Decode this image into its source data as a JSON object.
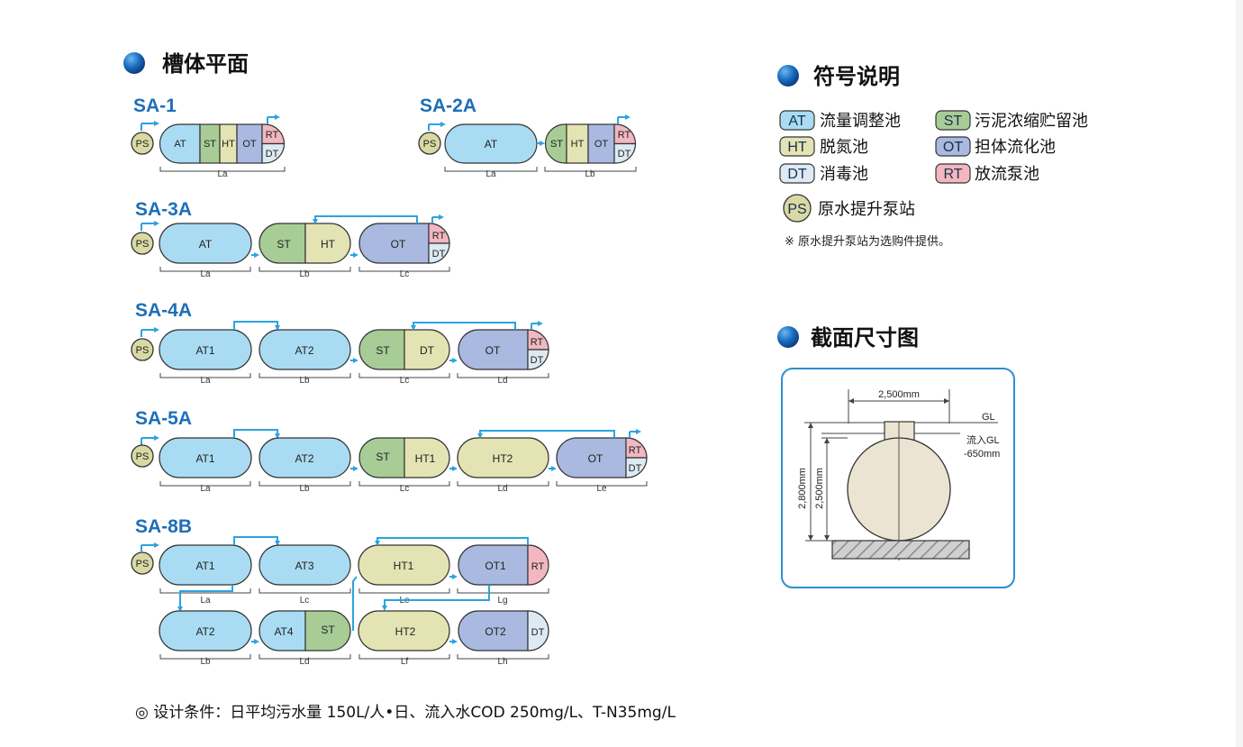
{
  "section_titles": {
    "plan": "槽体平面",
    "symbols": "符号说明",
    "section": "截面尺寸图"
  },
  "colors": {
    "AT": "#a9dcf3",
    "ST": "#a8cc96",
    "HT": "#e3e3b4",
    "OT": "#a9b9e0",
    "DT": "#ddeaf3",
    "RT": "#f2b7c0",
    "PS": "#d9d9a4",
    "accent": "#1d6fb8",
    "arrow": "#2ba3e0"
  },
  "models": {
    "sa1": {
      "name": "SA-1",
      "ps": "PS",
      "tanks": [
        "AT",
        "ST",
        "HT",
        "OT"
      ],
      "end": [
        "RT",
        "DT"
      ],
      "dims": [
        "La"
      ]
    },
    "sa2a": {
      "name": "SA-2A",
      "ps": "PS",
      "tanks": [
        "AT",
        "ST",
        "HT",
        "OT"
      ],
      "end": [
        "RT",
        "DT"
      ],
      "dims": [
        "La",
        "Lb"
      ]
    },
    "sa3a": {
      "name": "SA-3A",
      "ps": "PS",
      "tanks": [
        "AT",
        "ST",
        "HT",
        "OT"
      ],
      "end": [
        "RT",
        "DT"
      ],
      "dims": [
        "La",
        "Lb",
        "Lc"
      ]
    },
    "sa4a": {
      "name": "SA-4A",
      "ps": "PS",
      "tanks": [
        "AT1",
        "AT2",
        "ST",
        "DT",
        "OT"
      ],
      "end": [
        "RT",
        "DT"
      ],
      "dims": [
        "La",
        "Lb",
        "Lc",
        "Ld"
      ]
    },
    "sa5a": {
      "name": "SA-5A",
      "ps": "PS",
      "tanks": [
        "AT1",
        "AT2",
        "ST",
        "HT1",
        "HT2",
        "OT"
      ],
      "end": [
        "RT",
        "DT"
      ],
      "dims": [
        "La",
        "Lb",
        "Lc",
        "Ld",
        "Le"
      ]
    },
    "sa8b": {
      "name": "SA-8B",
      "ps": "PS",
      "row1": [
        "AT1",
        "AT3",
        "HT1",
        "OT1",
        "RT"
      ],
      "row2": [
        "AT2",
        "AT4",
        "ST",
        "HT2",
        "OT2",
        "DT"
      ],
      "dims1": [
        "La",
        "Lc",
        "Le",
        "Lg"
      ],
      "dims2": [
        "Lb",
        "Ld",
        "Lf",
        "Lh"
      ]
    }
  },
  "legend": [
    {
      "code": "AT",
      "label": "流量调整池"
    },
    {
      "code": "ST",
      "label": "污泥浓缩贮留池"
    },
    {
      "code": "HT",
      "label": "脱氮池"
    },
    {
      "code": "OT",
      "label": "担体流化池"
    },
    {
      "code": "DT",
      "label": "消毒池"
    },
    {
      "code": "RT",
      "label": "放流泵池"
    },
    {
      "code": "PS",
      "label": "原水提升泵站"
    }
  ],
  "legend_note": "※ 原水提升泵站为选购件提供。",
  "cross_section": {
    "width_label": "2,500mm",
    "gl_label": "GL",
    "inflow_label": "流入GL",
    "inflow_depth": "-650mm",
    "total_height": "2,800mm",
    "diameter_height": "2,500mm"
  },
  "footer": "◎ 设计条件：日平均污水量 150L/人•日、流入水COD 250mg/L、T-N35mg/L"
}
